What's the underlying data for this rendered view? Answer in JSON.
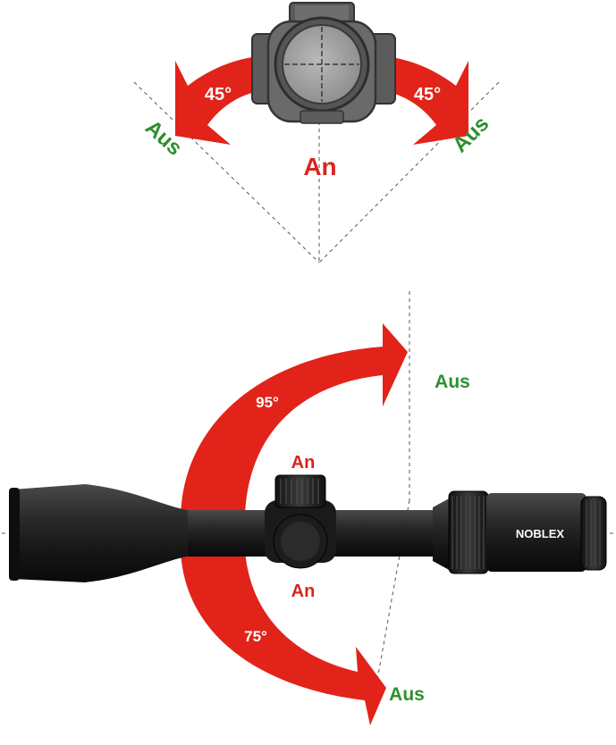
{
  "top_view": {
    "left_angle": "45°",
    "right_angle": "45°",
    "center_state": "An",
    "left_off": "Aus",
    "right_off": "Aus"
  },
  "side_view": {
    "upper_angle": "95°",
    "lower_angle": "75°",
    "upper_on": "An",
    "lower_on": "An",
    "upper_off": "Aus",
    "lower_off": "Aus",
    "brand": "NOBLEX"
  },
  "colors": {
    "arrow_red": "#e2231a",
    "on_label": "#d7261e",
    "off_label": "#2f8f2f",
    "scope_body": "#1c1c1c"
  }
}
